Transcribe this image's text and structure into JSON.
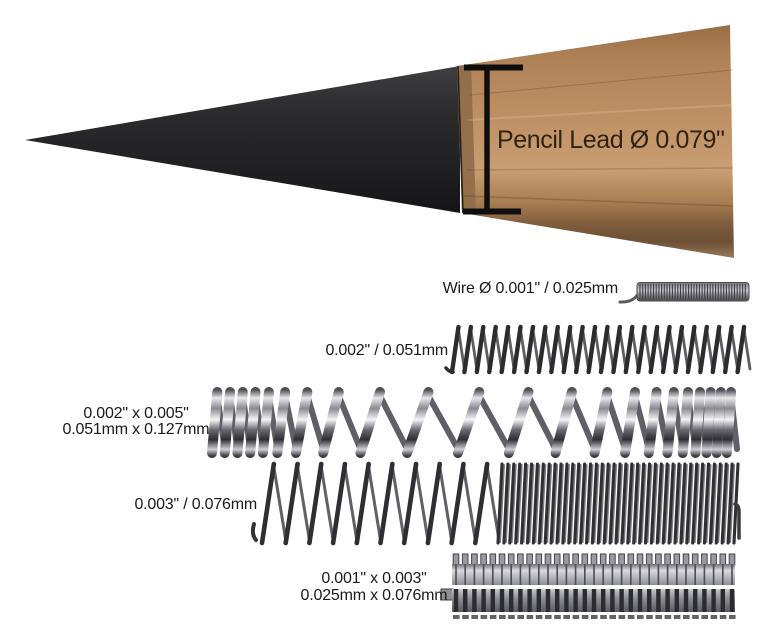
{
  "pencil": {
    "annotation": "Pencil Lead Ø 0.079\""
  },
  "springs": [
    {
      "name": "micro-closed-coil-spring",
      "type": "closed-coil",
      "label_lines": [
        "Wire Ø 0.001\" / 0.025mm"
      ]
    },
    {
      "name": "open-coil-spring",
      "type": "open-coil",
      "label_lines": [
        "0.002\" / 0.051mm"
      ]
    },
    {
      "name": "flat-ribbon-open-coil-spring",
      "type": "flat-ribbon-open-coil",
      "label_lines": [
        "0.002\" x 0.005\"",
        "0.051mm x 0.127mm"
      ]
    },
    {
      "name": "open-and-closed-coil-spring",
      "type": "open-and-closed-coil",
      "label_lines": [
        "0.003\" / 0.076mm"
      ]
    },
    {
      "name": "flat-ribbon-closed-coil-spring",
      "type": "flat-ribbon-closed-coil",
      "label_lines": [
        "0.001\" x 0.003\"",
        "0.025mm x 0.076mm"
      ]
    }
  ],
  "palette": {
    "graphite": "#232325",
    "wood": "#bb8d60",
    "wood_shadow": "#6d5036",
    "spring_wire": "#2f2f33",
    "spring_metal": "#c8c8cf",
    "label_text": "#1a1a1a",
    "measure_line": "#0f0f10"
  }
}
